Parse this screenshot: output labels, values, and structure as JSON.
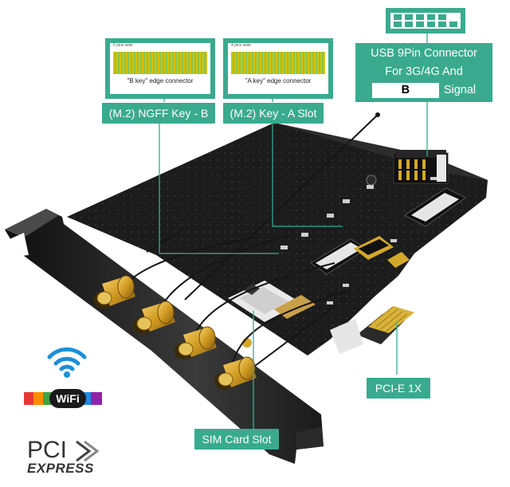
{
  "usb_callout": {
    "line1": "USB 9Pin Connector",
    "line2": "For 3G/4G And",
    "boxed_text": "B",
    "line3_tail": "Signal"
  },
  "connectors": {
    "b_key": {
      "pins_label": "6 pins wide",
      "caption": "\"B key\" edge connector"
    },
    "a_key": {
      "pins_label": "4 pins wide",
      "caption": "\"A key\" edge connector"
    }
  },
  "callouts": {
    "ngff_key_b": "(M.2) NGFF Key - B",
    "key_a_slot": "(M.2) Key - A Slot",
    "pcie_1x": "PCI-E 1X",
    "sim_card_slot": "SIM Card Slot"
  },
  "logos": {
    "pci": "PCI",
    "express": "EXPRESS",
    "wifi_badge": "WiFi"
  },
  "colors": {
    "accent": "#3aaa8e",
    "pcb": "#1c1c1c",
    "gold": "#d4a82a",
    "bracket": "#202020",
    "wifi_blue": "#1e8fd8"
  }
}
